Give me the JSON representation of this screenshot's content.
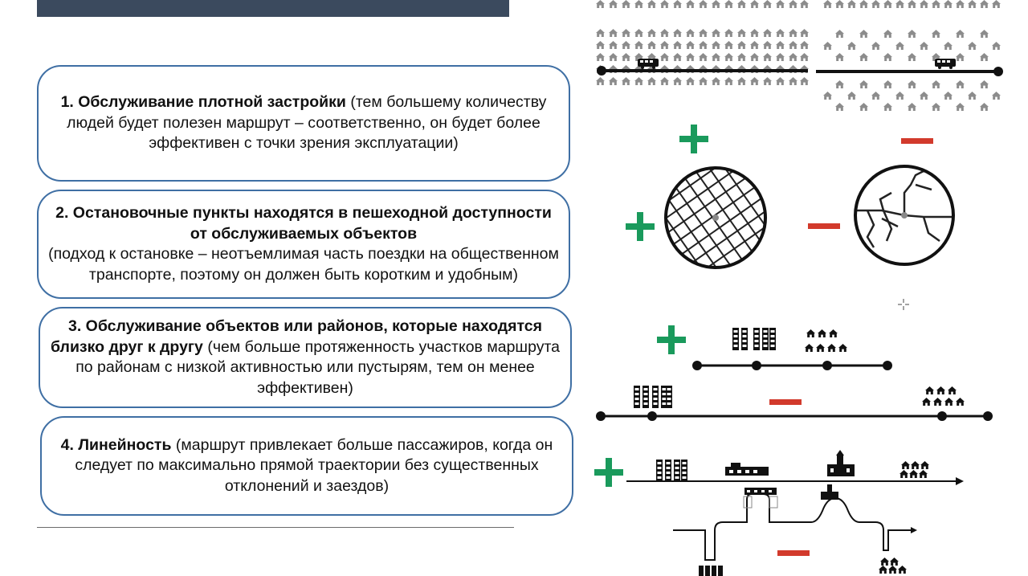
{
  "slide": {
    "items": [
      {
        "bold": "1. Обслуживание плотной застройки",
        "text": " (тем большему количеству людей будет полезен маршрут – соответственно, он будет более эффективен с точки зрения эксплуатации)"
      },
      {
        "bold": "2. Остановочные пункты находятся в пешеходной доступности от обслуживаемых объектов",
        "text": "(подход к остановке – неотъемлимая часть поездки на общественном транспорте, поэтому он должен быть коротким и удобным)"
      },
      {
        "bold": "3. Обслуживание объектов или районов, которые находятся близко друг к другу",
        "text": " (чем больше протяженность участков маршрута по районам с низкой активностью или пустырям, тем он менее эффективен)"
      },
      {
        "bold": "4. Линейность",
        "text": " (маршрут привлекает больше пассажиров, когда он следует по максимально прямой траектории без существенных отклонений и заездов)"
      }
    ]
  },
  "illustrations": {
    "plus_color": "#1a9a5c",
    "minus_color": "#d23a2c",
    "house_color": "#8c8c8c",
    "line_color": "#111111",
    "icons": [
      "plus-icon",
      "minus-icon",
      "house-icon",
      "bus-icon",
      "apartment-icon",
      "church-icon",
      "factory-icon"
    ]
  }
}
